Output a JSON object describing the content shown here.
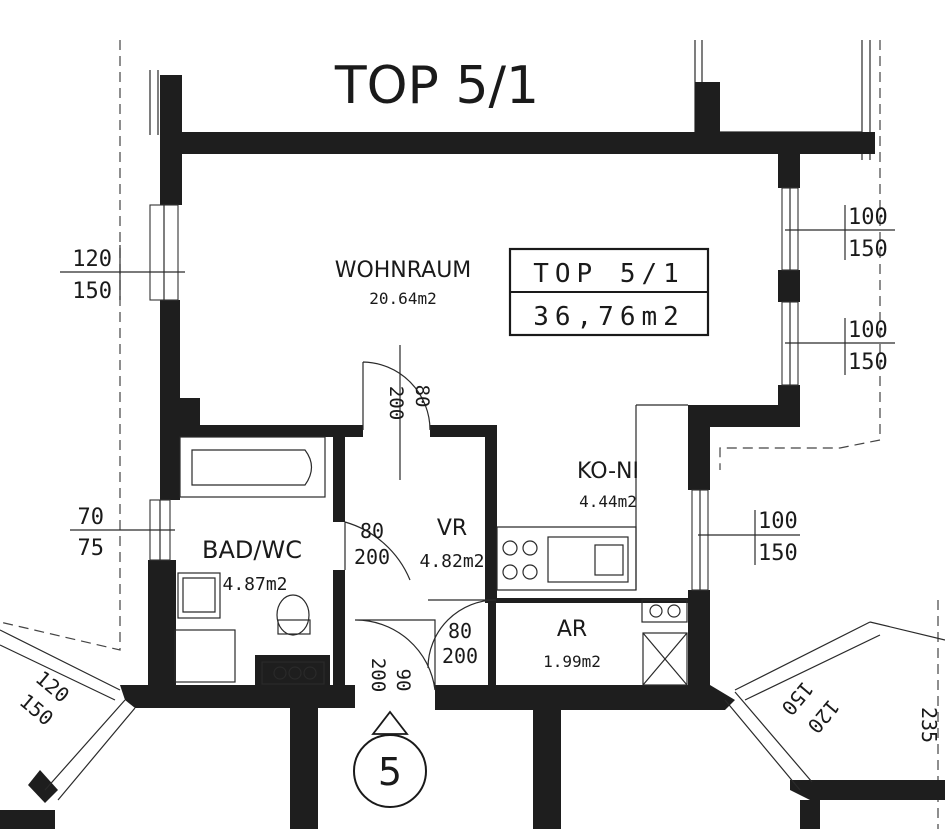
{
  "heading": "TOP 5/1",
  "unit_box": {
    "name": "TOP 5/1",
    "area": "36,76m2"
  },
  "rooms": [
    {
      "id": "wohnraum",
      "name": "WOHNRAUM",
      "area": "20.64m2"
    },
    {
      "id": "ko-ni",
      "name": "KO-NI",
      "area": "4.44m2"
    },
    {
      "id": "vr",
      "name": "VR",
      "area": "4.82m2"
    },
    {
      "id": "bad-wc",
      "name": "BAD/WC",
      "area": "4.87m2"
    },
    {
      "id": "ar",
      "name": "AR",
      "area": "1.99m2"
    }
  ],
  "dimensions": {
    "window_left_top": [
      "120",
      "150"
    ],
    "window_right_1": [
      "100",
      "150"
    ],
    "window_right_2": [
      "100",
      "150"
    ],
    "window_left_bad": [
      "70",
      "75"
    ],
    "window_right_kitchen": [
      "100",
      "150"
    ],
    "door_wohnraum": [
      "80",
      "200"
    ],
    "door_bad": [
      "80",
      "200"
    ],
    "door_ar": [
      "80",
      "200"
    ],
    "door_entrance": [
      "90",
      "200"
    ],
    "window_diag_left": [
      "120",
      "150"
    ],
    "window_diag_right": [
      "150",
      "120"
    ],
    "right_edge": "235"
  },
  "entrance_number": "5"
}
